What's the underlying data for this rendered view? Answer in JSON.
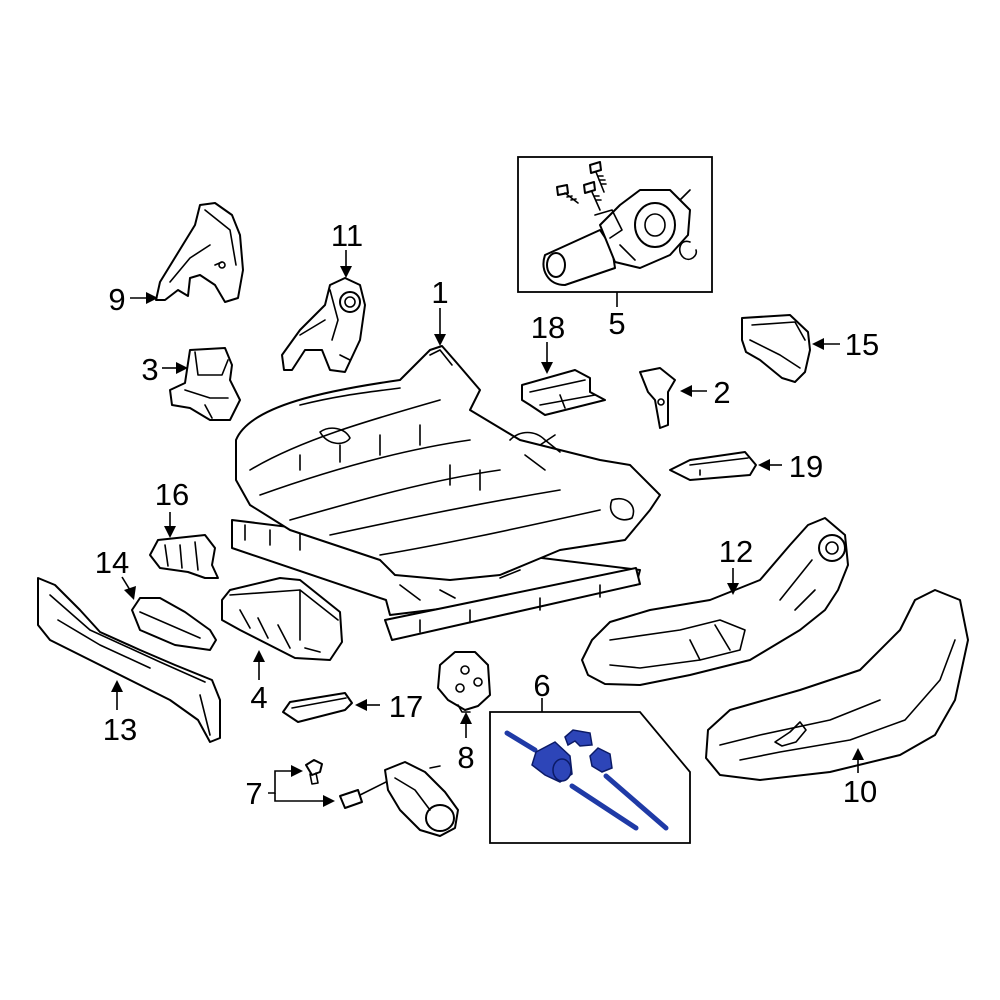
{
  "callouts": {
    "c1": "1",
    "c2": "2",
    "c3": "3",
    "c4": "4",
    "c5": "5",
    "c6": "6",
    "c7": "7",
    "c8": "8",
    "c9": "9",
    "c10": "10",
    "c11": "11",
    "c12": "12",
    "c13": "13",
    "c14": "14",
    "c15": "15",
    "c16": "16",
    "c17": "17",
    "c18": "18",
    "c19": "19"
  },
  "colors": {
    "highlight": "#2d45b8",
    "line": "#000000",
    "background": "#ffffff"
  }
}
